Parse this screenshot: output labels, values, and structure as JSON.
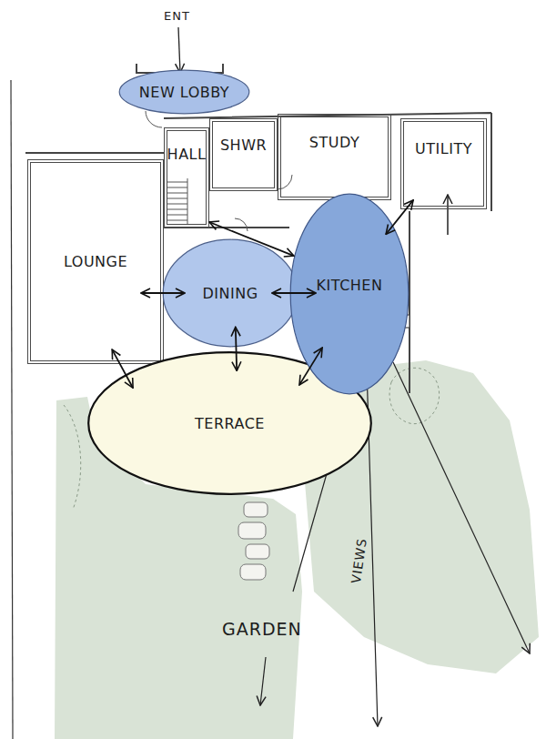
{
  "diagram": {
    "nodes": [
      {
        "text": [
          "NEW LOBBY"
        ]
      },
      {
        "text": [
          "HALL"
        ]
      },
      {
        "text": [
          "SHWR"
        ]
      },
      {
        "text": [
          "STUDY"
        ]
      },
      {
        "text": [
          "UTILITY"
        ]
      },
      {
        "text": [
          "LOUNGE"
        ]
      },
      {
        "text": [
          "DINING"
        ]
      },
      {
        "text": [
          "KITCHEN"
        ]
      },
      {
        "text": [
          "TERRACE"
        ]
      }
    ],
    "edges": [
      {
        "from": 5,
        "to": 6,
        "arrow": "both"
      },
      {
        "from": 5,
        "to": 8,
        "arrow": "both"
      },
      {
        "from": 6,
        "to": 8,
        "arrow": "both"
      },
      {
        "from": 6,
        "to": 7,
        "arrow": "both"
      },
      {
        "from": 7,
        "to": 8,
        "arrow": "both"
      },
      {
        "from": 7,
        "to": 1,
        "arrow": "both"
      },
      {
        "from": 7,
        "to": 4,
        "arrow": "both"
      }
    ],
    "labels": [
      "ENT",
      "GARDEN",
      "VIEWS"
    ]
  }
}
